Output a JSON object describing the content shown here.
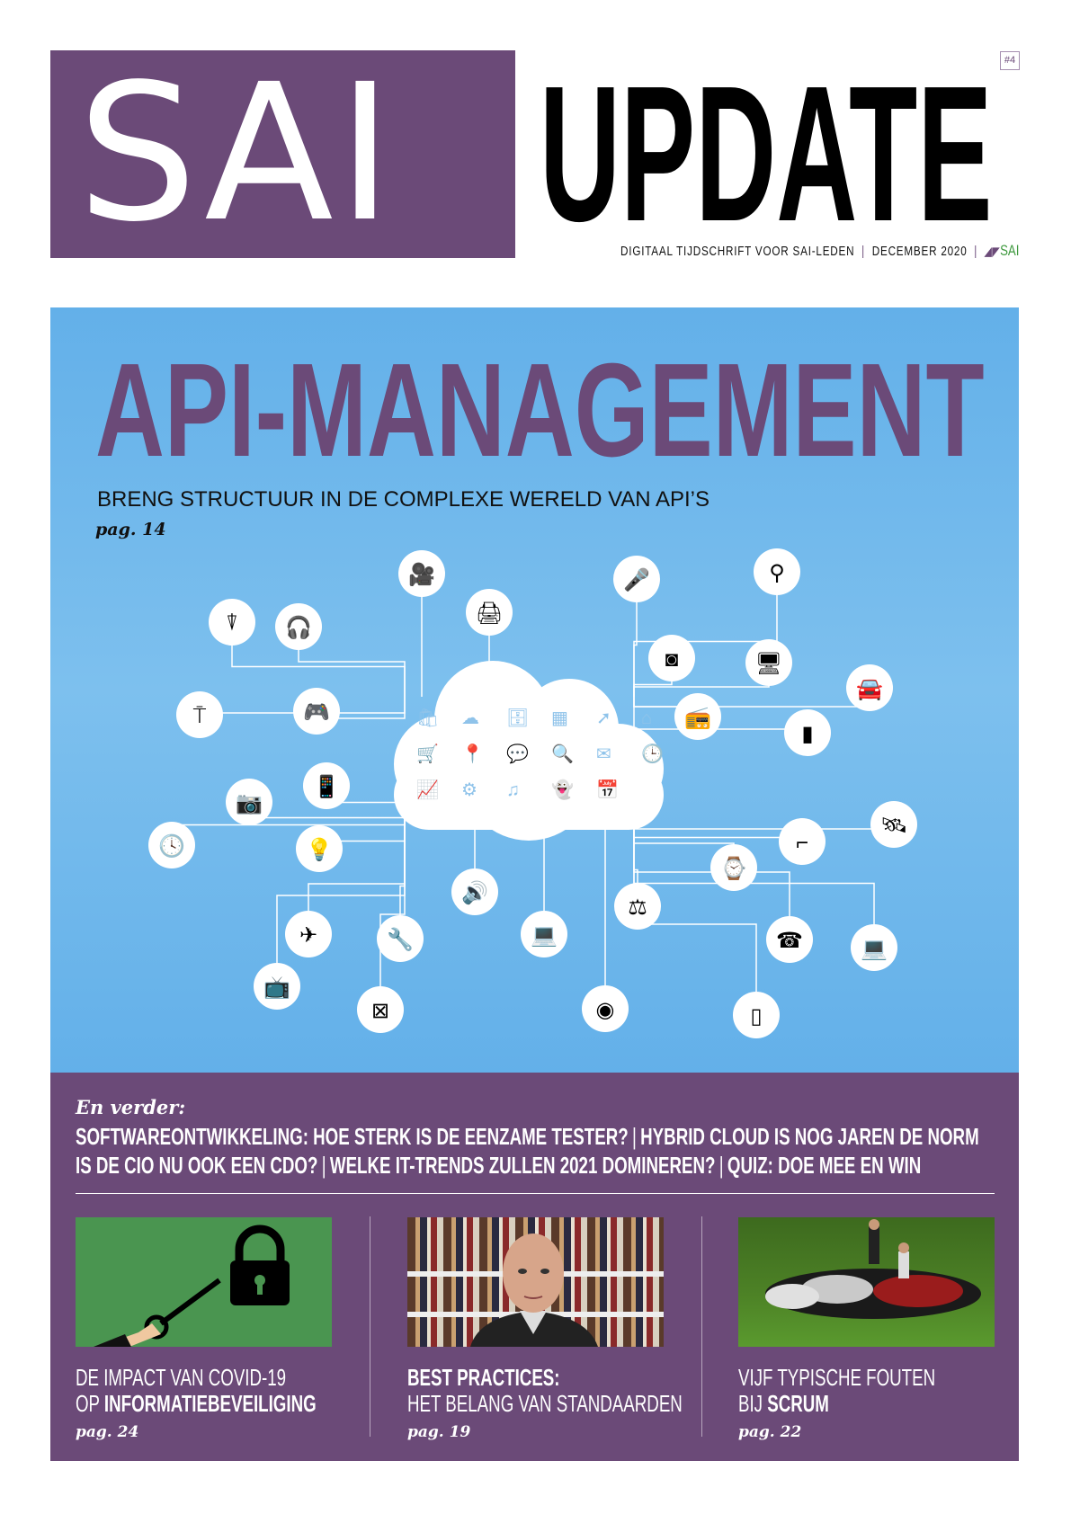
{
  "masthead": {
    "logo": "SAI",
    "title": "UPDATE",
    "issue": "#4",
    "tagline": "DIGITAAL TIJDSCHRIFT VOOR SAI-LEDEN",
    "date": "DECEMBER 2020",
    "brand": "SAI",
    "separator": "|"
  },
  "cover": {
    "title": "API-MANAGEMENT",
    "subtitle": "BRENG STRUCTUUR IN DE COMPLEXE WERELD VAN API’S",
    "page": "pag. 14"
  },
  "diagram": {
    "icons": [
      "video-camera",
      "printer",
      "microphone",
      "vacuum-cleaner",
      "blender",
      "headphones",
      "washing-machine",
      "monitor",
      "car",
      "floor-lamp",
      "gamepad",
      "radio",
      "fridge",
      "camera",
      "mobile-phone",
      "satellite",
      "clock",
      "light-bulb",
      "desk-lamp",
      "smartwatch",
      "speaker",
      "kitchen-scale",
      "desktop-computer",
      "airplane",
      "drill",
      "telephone",
      "laptop",
      "television",
      "fan",
      "webcam",
      "tablet"
    ]
  },
  "more": {
    "heading": "En verder:",
    "line1": [
      "SOFTWAREONTWIKKELING: HOE STERK IS DE EENZAME TESTER?",
      "HYBRID CLOUD IS NOG JAREN DE NORM"
    ],
    "line2": [
      "IS DE CIO NU OOK EEN CDO?",
      "WELKE IT-TRENDS ZULLEN 2021 DOMINEREN?",
      "QUIZ: DOE MEE EN WIN"
    ]
  },
  "cards": [
    {
      "l1a": "DE IMPACT VAN COVID-19",
      "l2a": "OP ",
      "l2b": "INFORMATIEBEVEILIGING",
      "page": "pag. 24"
    },
    {
      "l1b": "BEST PRACTICES:",
      "l2a": "HET BELANG VAN STANDAARDEN",
      "page": "pag. 19"
    },
    {
      "l1a": "VIJF TYPISCHE FOUTEN",
      "l2a": "BIJ ",
      "l2b": "SCRUM",
      "page": "pag. 22"
    }
  ],
  "colors": {
    "purple": "#6b4a78",
    "blue": "#63b0e9",
    "green": "#3f9a3f"
  }
}
